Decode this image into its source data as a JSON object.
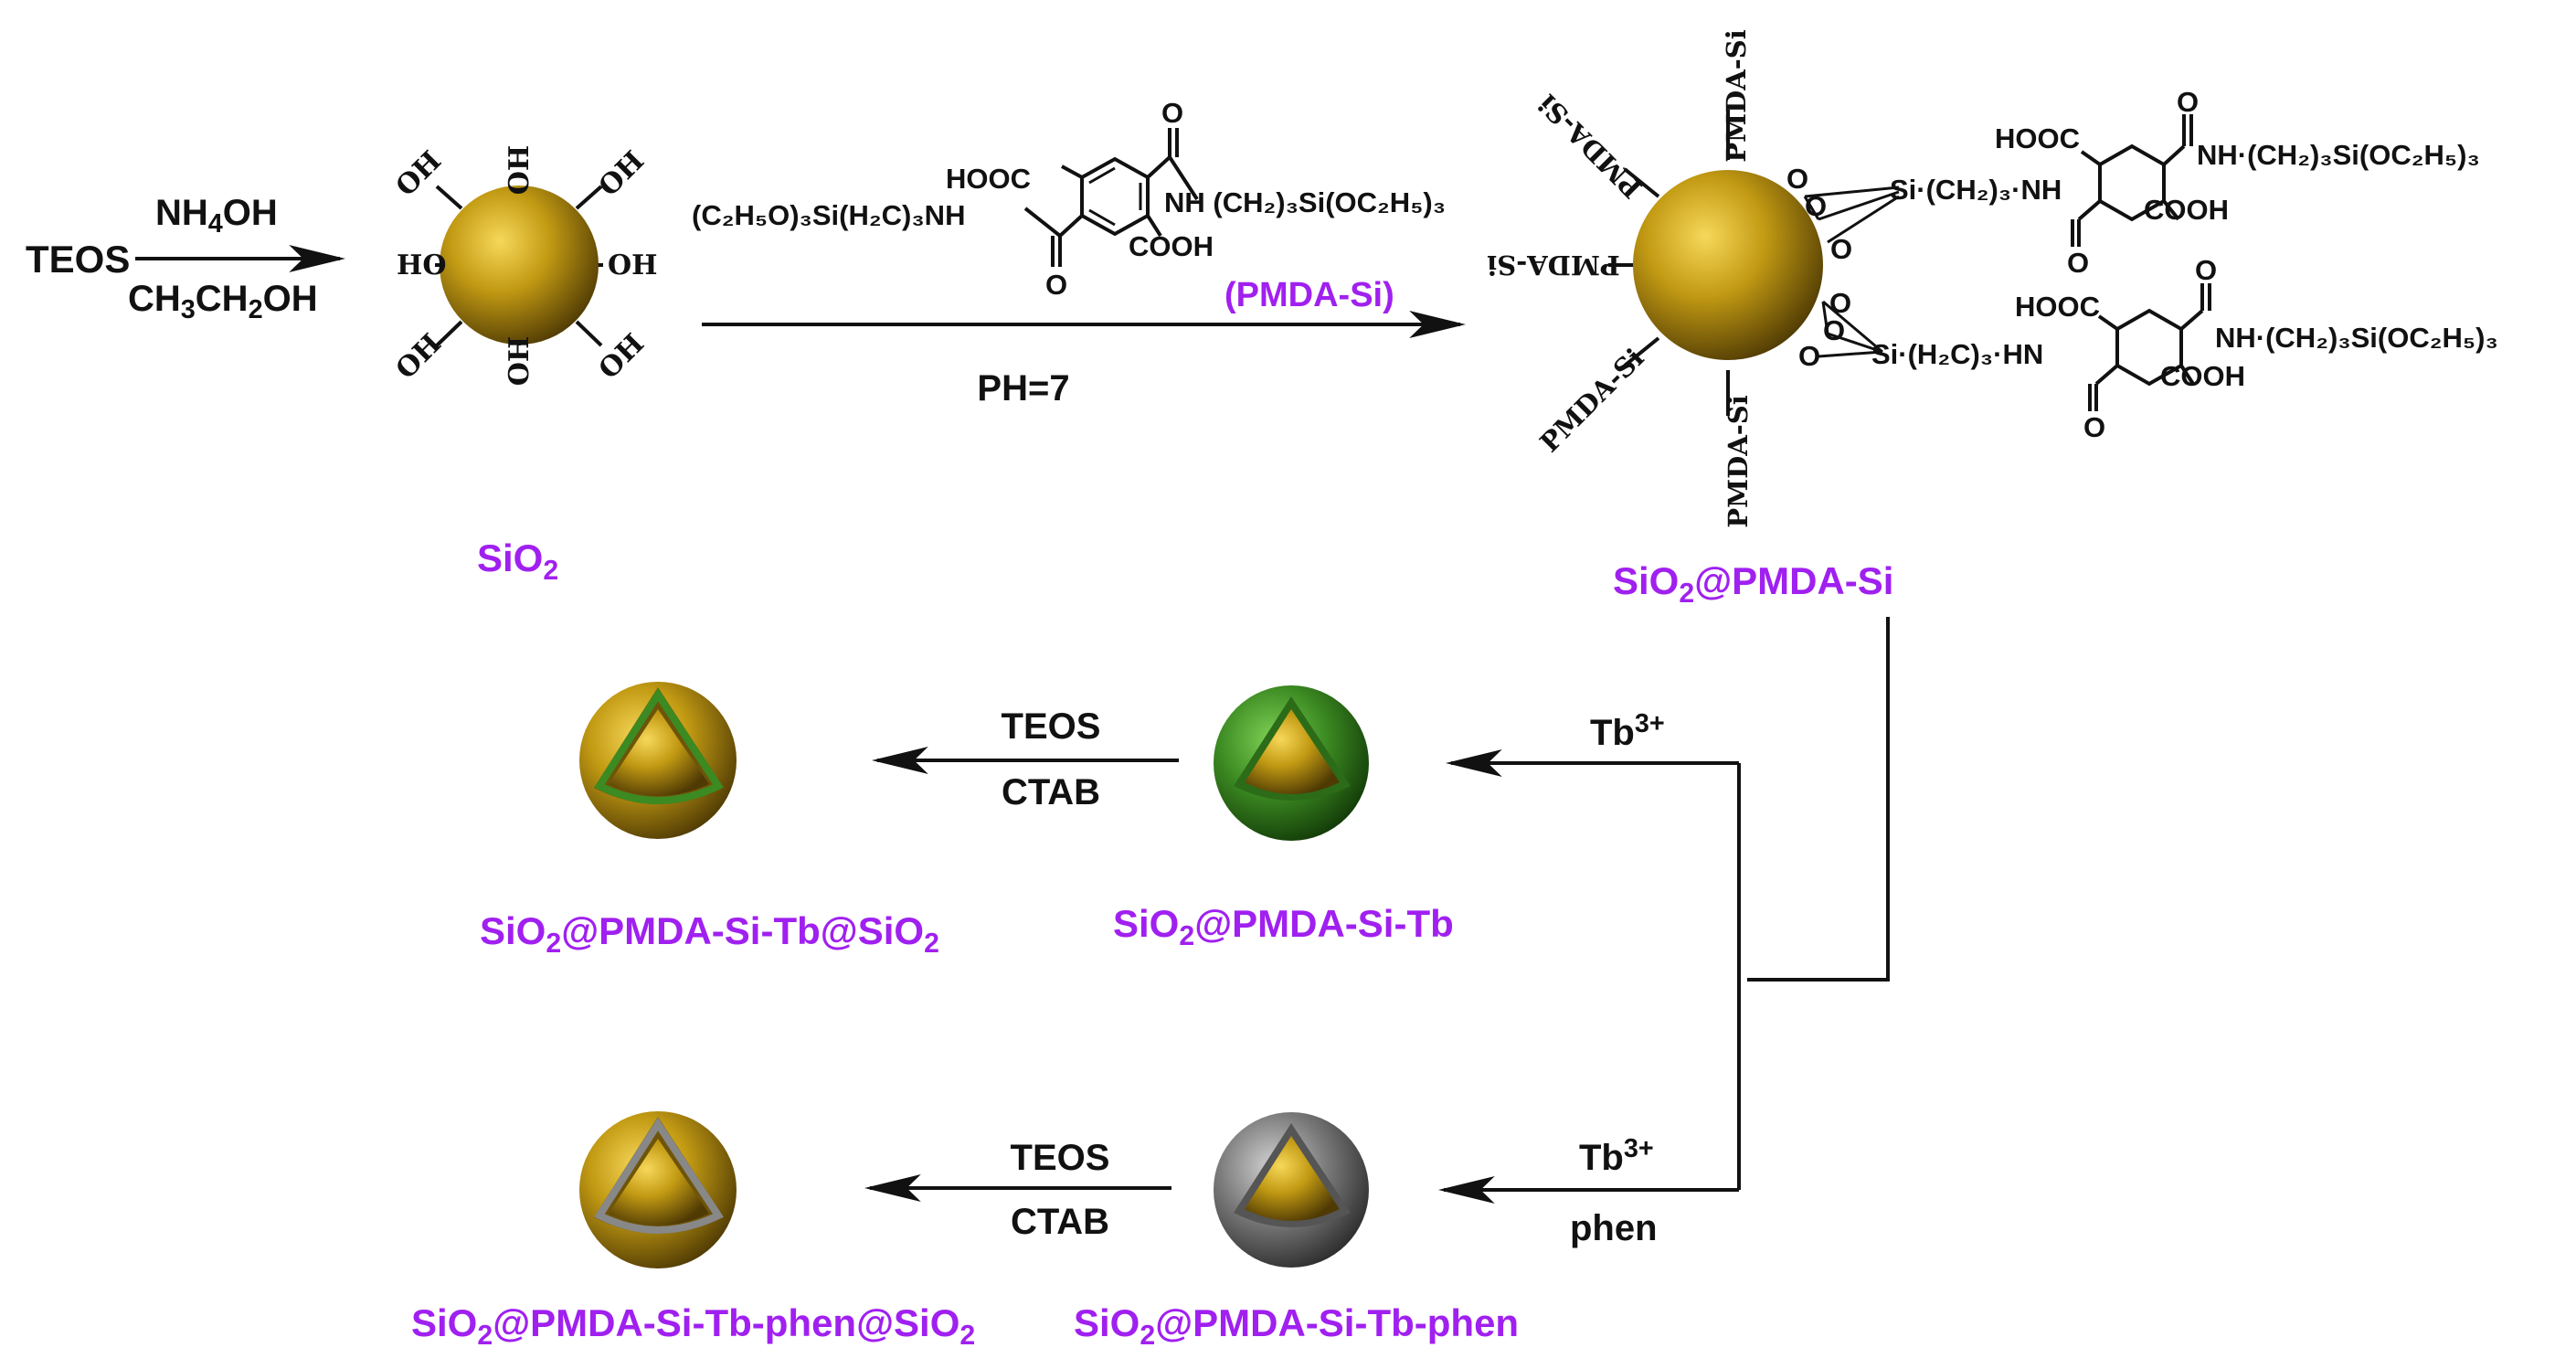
{
  "step1": {
    "reactant": "TEOS",
    "reagent_top_main": "NH",
    "reagent_top_sub": "4",
    "reagent_top_tail": "OH",
    "reagent_bottom_a": "CH",
    "reagent_bottom_sub1": "3",
    "reagent_bottom_b": "CH",
    "reagent_bottom_sub2": "2",
    "reagent_bottom_c": "OH"
  },
  "silica": {
    "hydroxyl": "OH",
    "hydroxyl_left": "HO",
    "label_main": "SiO",
    "label_sub": "2"
  },
  "step2": {
    "reagent_name": "(PMDA-Si)",
    "condition": "PH=7",
    "structure": {
      "hooc": "HOOC",
      "cooh": "COOH",
      "left_chain": "(C₂H₅O)₃Si(H₂C)₃NH",
      "right_chain": "NH (CH₂)₃Si(OC₂H₅)₃",
      "oxygen": "O"
    }
  },
  "functionalized": {
    "pendant": "PMDA-Si",
    "chain_upper": "Si·(CH₂)₃·NH",
    "chain_upper_right": "NH·(CH₂)₃Si(OC₂H₅)₃",
    "chain_lower": "Si·(H₂C)₃·HN",
    "chain_lower_right": "NH·(CH₂)₃Si(OC₂H₅)₃",
    "hooc": "HOOC",
    "cooh": "COOH",
    "oxygen": "O",
    "label_main": "SiO",
    "label_sub": "2",
    "label_tail": "@PMDA-Si"
  },
  "branch_tb": {
    "ion_main": "Tb",
    "ion_sup": "3+",
    "product_main": "SiO",
    "product_sub": "2",
    "product_tail": "@PMDA-Si-Tb"
  },
  "branch_tb_phen": {
    "ion_main": "Tb",
    "ion_sup": "3+",
    "ligand": "phen",
    "product_main": "SiO",
    "product_sub": "2",
    "product_tail": "@PMDA-Si-Tb-phen"
  },
  "coat_tb": {
    "reagent_top": "TEOS",
    "reagent_bottom": "CTAB",
    "product_main": "SiO",
    "product_sub": "2",
    "product_mid": "@PMDA-Si-Tb@SiO",
    "product_sub2": "2"
  },
  "coat_tb_phen": {
    "reagent_top": "TEOS",
    "reagent_bottom": "CTAB",
    "product_main": "SiO",
    "product_sub": "2",
    "product_mid": "@PMDA-Si-Tb-phen@SiO",
    "product_sub2": "2"
  },
  "colors": {
    "product_label": "#a020f0",
    "core_gold": "#b8930e",
    "shell_green": "#3c8a22",
    "shell_gray": "#777777",
    "line": "#111111"
  }
}
